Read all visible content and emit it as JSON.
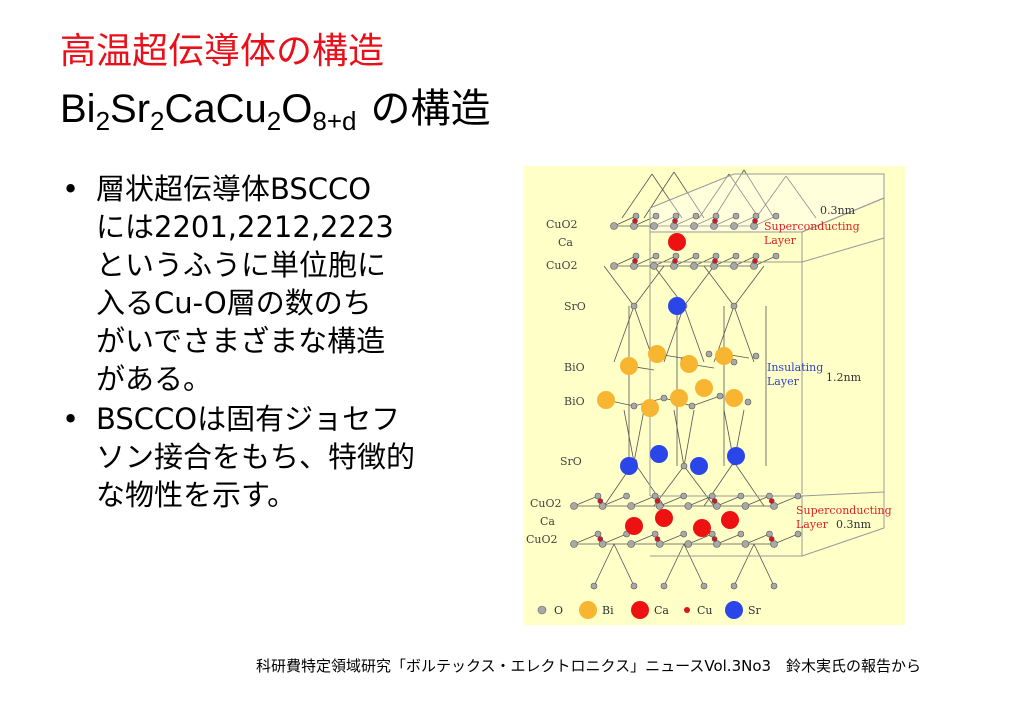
{
  "slide": {
    "title_line1": "高温超伝導体の構造",
    "title_line2": {
      "segments": [
        "Bi",
        "2",
        "Sr",
        "2",
        "CaCu",
        "2",
        "O",
        "8+d"
      ],
      "suffix": "の構造"
    },
    "bullets": [
      "層状超伝導体BSCCOには2201,2212,2223というふうに単位胞に入るCu-O層の数のちがいでさまざまな構造がある。",
      "BSCCOは固有ジョセフソン接合をもち、特徴的な物性を示す。"
    ],
    "bullet_lines": [
      [
        "層状超伝導体BSCCO",
        "には2201,2212,2223",
        "というふうに単位胞に",
        "入るCu-O層の数のち",
        "がいでさまざまな構造",
        "がある。"
      ],
      [
        "BSCCOは固有ジョセフ",
        "ソン接合をもち、特徴的",
        "な物性を示す。"
      ]
    ],
    "bullet_symbol": "•",
    "caption": "科研費特定領域研究「ボルテックス・エレクトロニクス」ニュースVol.3No3　鈴木実氏の報告から"
  },
  "figure": {
    "background": "#ffffc8",
    "layer_labels": {
      "cuo2_top": "CuO2",
      "ca_top": "Ca",
      "cuo2_top2": "CuO2",
      "sro_top": "SrO",
      "bio_1": "BiO",
      "bio_2": "BiO",
      "sro_bottom": "SrO",
      "cuo2_bottom1": "CuO2",
      "ca_bottom": "Ca",
      "cuo2_bottom2": "CuO2"
    },
    "annotations": {
      "top_dim": "0.3nm",
      "sc_top_1": "Superconducting",
      "sc_top_2": "Layer",
      "ins_1": "Insulating",
      "ins_2": "Layer",
      "ins_dim": "1.2nm",
      "sc_bot_1": "Superconducting",
      "sc_bot_2": "Layer",
      "sc_bot_dim": "0.3nm"
    },
    "legend": [
      {
        "label": "O",
        "color": "#a8a8a8"
      },
      {
        "label": "Bi",
        "color": "#f7b532"
      },
      {
        "label": "Ca",
        "color": "#ee1111"
      },
      {
        "label": "Cu",
        "color": "#dd1122"
      },
      {
        "label": "Sr",
        "color": "#2b46e8"
      }
    ],
    "colors": {
      "oxygen": "#a8a8a8",
      "bismuth": "#f7b532",
      "calcium": "#ee1111",
      "copper": "#dd1122",
      "strontium": "#2b46e8",
      "label_text": "#444444",
      "superconducting_text": "#dd2222",
      "insulating_text": "#3344cc",
      "title_red": "#e8111b"
    }
  }
}
